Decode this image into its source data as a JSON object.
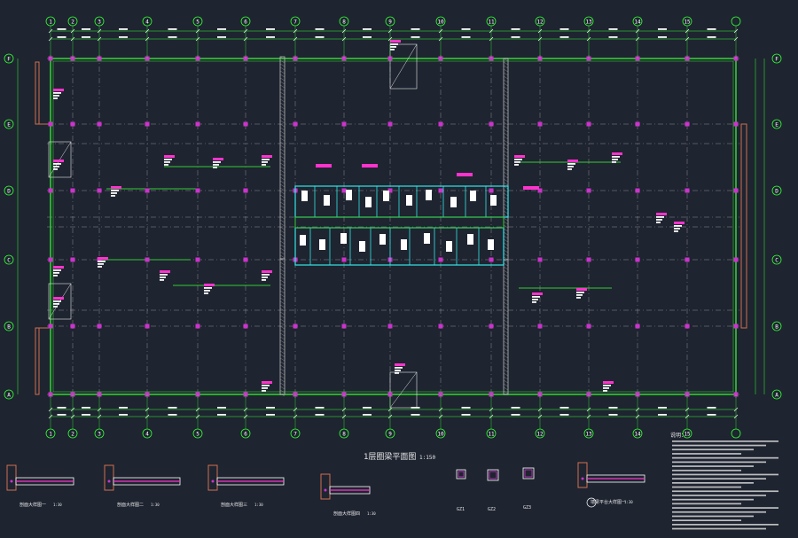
{
  "drawing": {
    "title": "1层圈梁平面图",
    "scale": "1:150",
    "notes_heading": "说明："
  },
  "axes": {
    "columns": [
      "1",
      "2",
      "3",
      "4",
      "5",
      "6",
      "7",
      "8",
      "9",
      "10",
      "11",
      "12",
      "13",
      "14",
      "15"
    ],
    "rows": [
      "F",
      "E",
      "D",
      "C",
      "B",
      "A"
    ]
  },
  "details": [
    {
      "label": "剖面大样图一",
      "scale": "1:30"
    },
    {
      "label": "剖面大样图二",
      "scale": "1:30"
    },
    {
      "label": "剖面大样图三",
      "scale": "1:30"
    },
    {
      "label": "剖面大样图四",
      "scale": "1:30"
    },
    {
      "label": "GZ1",
      "scale": ""
    },
    {
      "label": "GZ2",
      "scale": ""
    },
    {
      "label": "GZ3",
      "scale": ""
    },
    {
      "label": "墙梁平台大样图一",
      "scale": "1:30"
    }
  ],
  "colors": {
    "background": "#1e2430",
    "grid": "#e6e6e6",
    "axis_bubble": "#33ff33",
    "column": "#cc33cc",
    "beam": "#33cc33",
    "room": "#33e6e6",
    "callout": "#ff33cc",
    "brick": "#d07050"
  }
}
